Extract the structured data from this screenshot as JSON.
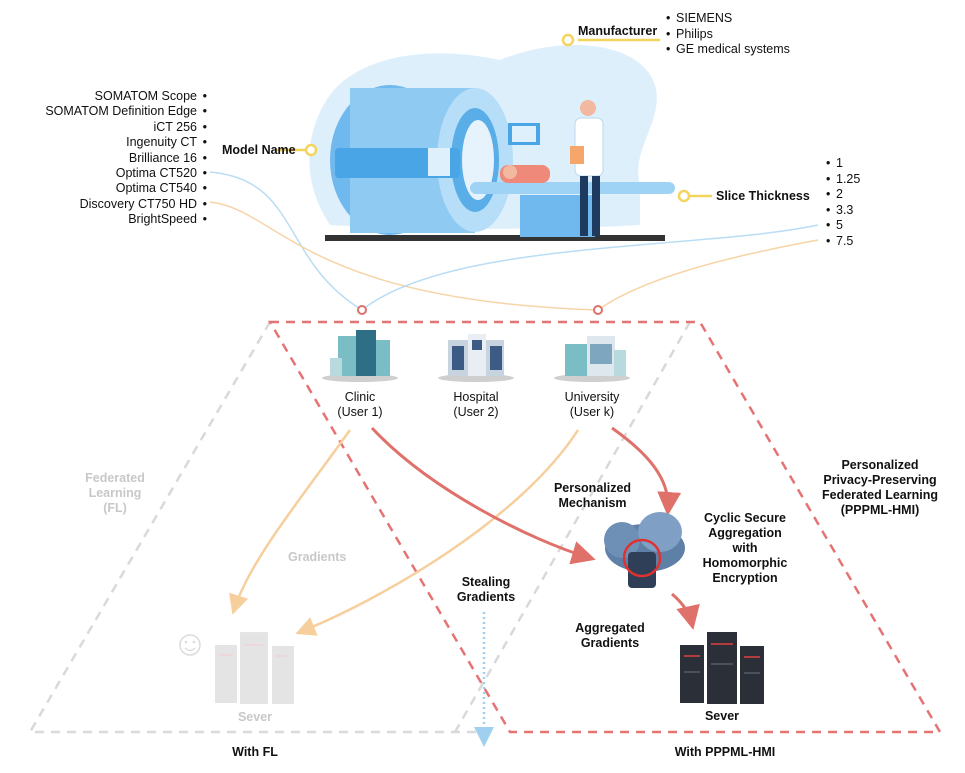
{
  "manufacturer": {
    "label": "Manufacturer",
    "items": [
      "SIEMENS",
      "Philips",
      "GE medical systems"
    ]
  },
  "model_name": {
    "label": "Model Name",
    "items": [
      "SOMATOM Scope",
      "SOMATOM Definition Edge",
      "iCT 256",
      "Ingenuity CT",
      "Brilliance 16",
      "Optima CT520",
      "Optima CT540",
      "Discovery CT750 HD",
      "BrightSpeed"
    ]
  },
  "slice_thickness": {
    "label": "Slice Thickness",
    "items": [
      "1",
      "1.25",
      "2",
      "3.3",
      "5",
      "7.5"
    ]
  },
  "institutions": [
    {
      "name": "Clinic",
      "user": "(User 1)"
    },
    {
      "name": "Hospital",
      "user": "(User 2)"
    },
    {
      "name": "University",
      "user": "(User k)"
    }
  ],
  "fl": {
    "title_lines": [
      "Federated",
      "Learning",
      "(FL)"
    ],
    "gradients_label": "Gradients",
    "server_label": "Sever",
    "caption": "With FL"
  },
  "pppml": {
    "title_lines": [
      "Personalized",
      "Privacy-Preserving",
      "Federated Learning",
      "(PPPML-HMI)"
    ],
    "mechanism_lines": [
      "Personalized",
      "Mechanism"
    ],
    "aggregation_lines": [
      "Cyclic Secure",
      "Aggregation",
      "with",
      "Homomorphic",
      "Encryption"
    ],
    "aggregated_lines": [
      "Aggregated",
      "Gradients"
    ],
    "server_label": "Sever",
    "caption": "With PPPML-HMI"
  },
  "stealing_lines": [
    "Stealing",
    "Gradients"
  ],
  "colors": {
    "red_dash": "#e57373",
    "red_arrow": "#e0706a",
    "orange_arrow": "#f6cf9c",
    "gray_dash": "#d9d9d9",
    "blue_dash": "#a7d4f2",
    "scanner_blue": "#6fb9ef",
    "blob": "#deeffc",
    "callout_yellow": "#f3d55b"
  }
}
